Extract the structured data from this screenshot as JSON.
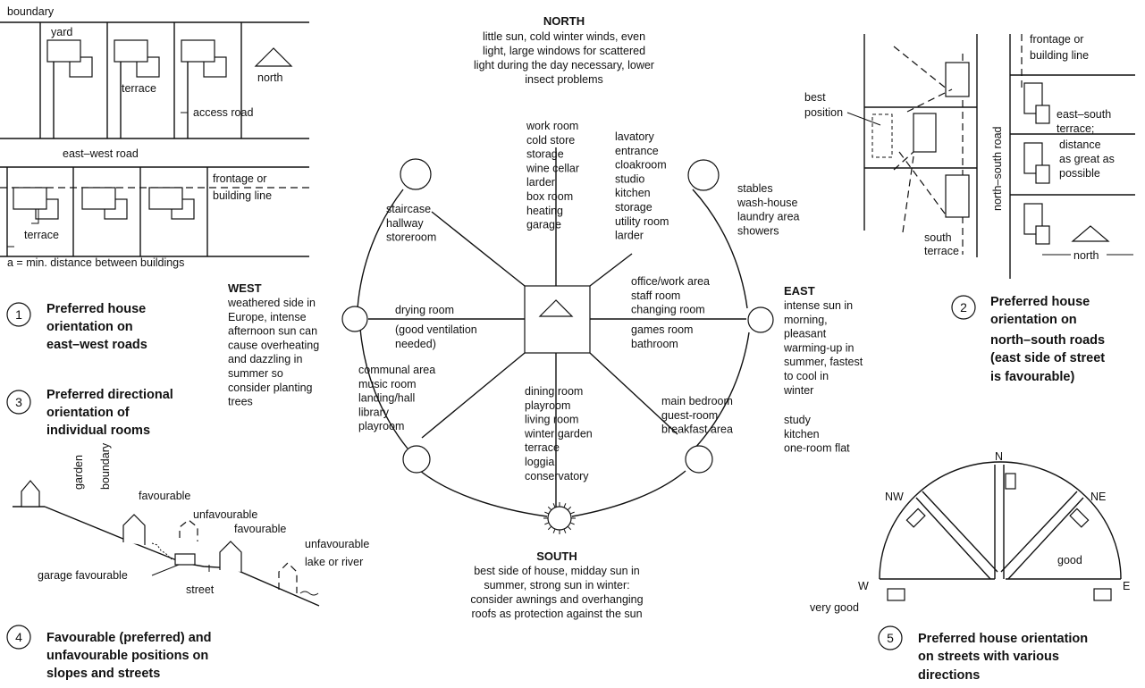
{
  "fig1": {
    "boundary": "boundary",
    "yard": "yard",
    "terrace": "terrace",
    "north": "north",
    "access_road": "access road",
    "east_west_road": "east–west road",
    "frontage_1": "frontage or",
    "frontage_2": "building line",
    "terrace_lower": "terrace",
    "a_note": "a = min. distance between buildings"
  },
  "captions": {
    "c1_num": "1",
    "c1_l1": "Preferred house",
    "c1_l2": "orientation on",
    "c1_l3": "east–west roads",
    "c2_num": "2",
    "c2_l1": "Preferred house",
    "c2_l2": "orientation on",
    "c2_l3": "north–south roads",
    "c2_l4": "(east side of street",
    "c2_l5": "is favourable)",
    "c3_num": "3",
    "c3_l1": "Preferred directional",
    "c3_l2": "orientation of",
    "c3_l3": "individual rooms",
    "c4_num": "4",
    "c4_l1": "Favourable (preferred) and",
    "c4_l2": "unfavourable positions on",
    "c4_l3": "slopes and streets",
    "c5_num": "5",
    "c5_l1": "Preferred house orientation",
    "c5_l2": "on streets with various",
    "c5_l3": "directions"
  },
  "compass": {
    "north_title": "NORTH",
    "north_desc": [
      "little sun, cold winter winds, even",
      "light, large windows for scattered",
      "light during the day necessary, lower",
      "insect problems"
    ],
    "south_title": "SOUTH",
    "south_desc": [
      "best side of house, midday sun in",
      "summer, strong sun in winter:",
      "consider awnings and overhanging",
      "roofs as protection against the sun"
    ],
    "west_title": "WEST",
    "west_desc": [
      "weathered side in",
      "Europe, intense",
      "afternoon sun can",
      "cause overheating",
      "and dazzling in",
      "summer so",
      "consider planting",
      "trees"
    ],
    "east_title": "EAST",
    "east_desc": [
      "intense sun in",
      "morning,",
      "pleasant",
      "warming-up in",
      "summer, fastest",
      "to cool in",
      "winter"
    ],
    "north_rooms": [
      "work room",
      "cold store",
      "storage",
      "wine cellar",
      "larder",
      "box room",
      "heating",
      "garage"
    ],
    "nne_rooms": [
      "lavatory",
      "entrance",
      "cloakroom",
      "studio",
      "kitchen",
      "storage",
      "utility room",
      "larder"
    ],
    "nw_rooms": [
      "staircase",
      "hallway",
      "storeroom"
    ],
    "ne_rooms": [
      "stables",
      "wash-house",
      "laundry area",
      "showers"
    ],
    "west_rooms": [
      "drying room",
      "(good ventilation",
      "needed)"
    ],
    "east_rooms_upper": [
      "office/work area",
      "staff room",
      "changing room"
    ],
    "east_rooms_lower": [
      "games room",
      "bathroom"
    ],
    "sw_rooms": [
      "communal area",
      "music room",
      "landing/hall",
      "library",
      "playroom"
    ],
    "south_rooms": [
      "dining room",
      "playroom",
      "living room",
      "winter garden",
      "terrace",
      "loggia",
      "conservatory"
    ],
    "se_rooms": [
      "main bedroom",
      "guest-room",
      "breakfast area"
    ],
    "east_extra": [
      "study",
      "kitchen",
      "one-room flat"
    ]
  },
  "fig2": {
    "frontage_1": "frontage or",
    "frontage_2": "building line",
    "best_1": "best",
    "best_2": "position",
    "road": "north–south road",
    "es_1": "east–south",
    "es_2": "terrace;",
    "dist_1": "distance",
    "dist_2": "as great as",
    "dist_3": "possible",
    "south_1": "south",
    "south_2": "terrace",
    "north": "north"
  },
  "fig4": {
    "garden": "garden",
    "boundary": "boundary",
    "fav1": "favourable",
    "unfav1": "unfavourable",
    "fav2": "favourable",
    "unfav2": "unfavourable",
    "lake": "lake or river",
    "garage": "garage favourable",
    "street": "street"
  },
  "fig5": {
    "n": "N",
    "nw": "NW",
    "ne": "NE",
    "w": "W",
    "e": "E",
    "good": "good",
    "very_good": "very good"
  }
}
